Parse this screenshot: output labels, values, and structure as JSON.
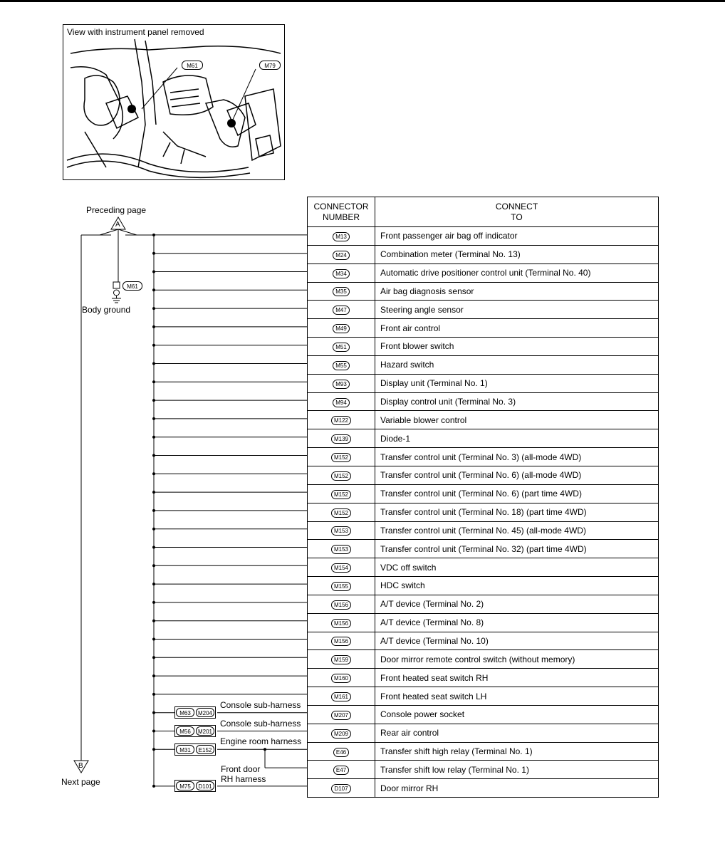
{
  "photo": {
    "caption": "View with instrument panel removed",
    "callouts": [
      "M61",
      "M79"
    ]
  },
  "left": {
    "preceding_page": "Preceding page",
    "marker_top": "A",
    "ground_connector": "M61",
    "body_ground": "Body ground",
    "marker_bottom": "B",
    "next_page": "Next page"
  },
  "table": {
    "header_number": "CONNECTOR\nNUMBER",
    "header_connect": "CONNECT\nTO",
    "rows": [
      {
        "num": "M13",
        "to": "Front passenger air bag off indicator"
      },
      {
        "num": "M24",
        "to": "Combination meter (Terminal No. 13)"
      },
      {
        "num": "M34",
        "to": "Automatic drive positioner control unit (Terminal No. 40)"
      },
      {
        "num": "M35",
        "to": "Air bag diagnosis sensor"
      },
      {
        "num": "M47",
        "to": "Steering angle sensor"
      },
      {
        "num": "M49",
        "to": "Front air control"
      },
      {
        "num": "M51",
        "to": "Front blower switch"
      },
      {
        "num": "M55",
        "to": "Hazard switch"
      },
      {
        "num": "M93",
        "to": "Display unit (Terminal No. 1)"
      },
      {
        "num": "M94",
        "to": "Display control unit (Terminal No. 3)"
      },
      {
        "num": "M122",
        "to": "Variable blower control"
      },
      {
        "num": "M139",
        "to": "Diode-1"
      },
      {
        "num": "M152",
        "to": "Transfer control unit (Terminal No. 3) (all-mode 4WD)"
      },
      {
        "num": "M152",
        "to": "Transfer control unit (Terminal No. 6) (all-mode 4WD)"
      },
      {
        "num": "M152",
        "to": "Transfer control unit (Terminal No. 6) (part time 4WD)"
      },
      {
        "num": "M152",
        "to": "Transfer control unit (Terminal No. 18) (part time 4WD)"
      },
      {
        "num": "M153",
        "to": "Transfer control unit (Terminal No. 45) (all-mode 4WD)"
      },
      {
        "num": "M153",
        "to": "Transfer control unit (Terminal No. 32) (part time 4WD)"
      },
      {
        "num": "M154",
        "to": "VDC off switch"
      },
      {
        "num": "M155",
        "to": "HDC switch"
      },
      {
        "num": "M156",
        "to": "A/T device (Terminal No. 2)"
      },
      {
        "num": "M156",
        "to": "A/T device (Terminal No. 8)"
      },
      {
        "num": "M156",
        "to": "A/T device (Terminal No. 10)"
      },
      {
        "num": "M159",
        "to": "Door mirror remote control switch (without memory)"
      },
      {
        "num": "M160",
        "to": "Front heated seat switch RH"
      },
      {
        "num": "M161",
        "to": "Front heated seat switch LH"
      },
      {
        "num": "M207",
        "to": "Console power socket"
      },
      {
        "num": "M209",
        "to": "Rear air control"
      },
      {
        "num": "E46",
        "to": "Transfer shift high relay (Terminal No. 1)"
      },
      {
        "num": "E47",
        "to": "Transfer shift low relay (Terminal No. 1)"
      },
      {
        "num": "D107",
        "to": "Door mirror RH"
      }
    ]
  },
  "harnesses": [
    {
      "a": "M63",
      "b": "M204",
      "label": "Console sub-harness"
    },
    {
      "a": "M56",
      "b": "M201",
      "label": "Console sub-harness"
    },
    {
      "a": "M31",
      "b": "E152",
      "label": "Engine room harness"
    },
    {
      "a": "M75",
      "b": "D101",
      "label": "Front door\nRH harness"
    }
  ]
}
